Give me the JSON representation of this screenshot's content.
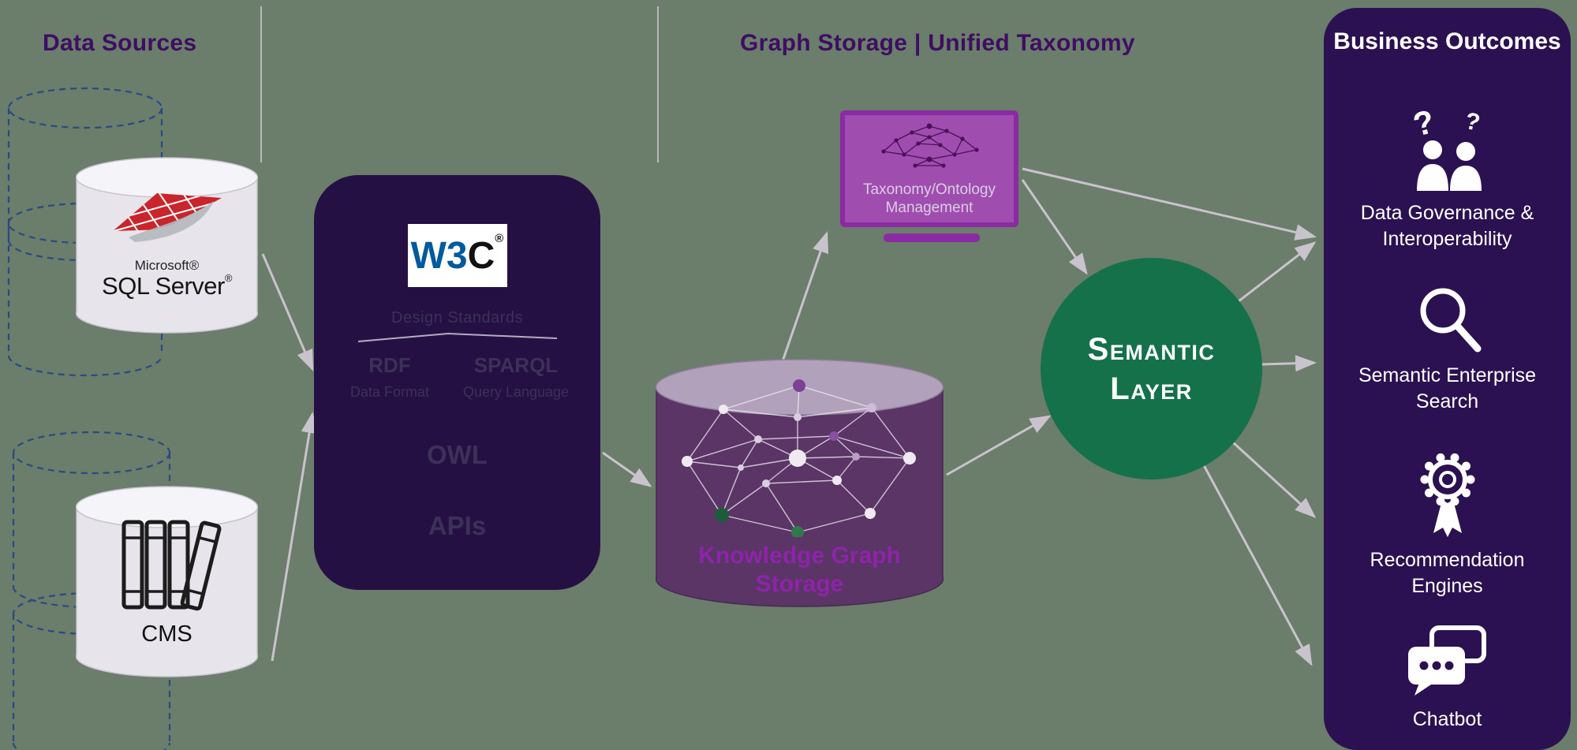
{
  "canvas": {
    "background": "#6b7d6b"
  },
  "headers": {
    "data_sources": "Data Sources",
    "graph_storage": "Graph Storage | Unified Taxonomy",
    "business_outcomes": "Business Outcomes"
  },
  "data_sources": {
    "sql_server": {
      "brand_small": "Microsoft®",
      "brand_large": "SQL Server",
      "brand_reg": "®"
    },
    "cms": {
      "label": "CMS"
    }
  },
  "standards_box": {
    "logo_w3": "W3",
    "logo_c": "C",
    "logo_reg": "®",
    "subtitle": "Design Standards",
    "rdf_title": "RDF",
    "rdf_sub": "Data Format",
    "sparql_title": "SPARQL",
    "sparql_sub": "Query Language",
    "owl": "OWL",
    "apis": "APIs"
  },
  "taxonomy_monitor": {
    "line1": "Taxonomy/Ontology",
    "line2": "Management"
  },
  "knowledge_graph": {
    "line1": "Knowledge Graph",
    "line2": "Storage"
  },
  "semantic_layer": {
    "line1": "Semantic",
    "line2": "Layer"
  },
  "business_outcomes": {
    "items": [
      {
        "icon": "governance-icon",
        "label": "Data Governance & Interoperability"
      },
      {
        "icon": "search-icon",
        "label": "Semantic Enterprise Search"
      },
      {
        "icon": "recommendation-icon",
        "label": "Recommendation Engines"
      },
      {
        "icon": "chatbot-icon",
        "label": "Chatbot"
      }
    ]
  },
  "colors": {
    "deep_purple_panel": "#2b1151",
    "standards_box": "#251044",
    "header_text": "#3f0e63",
    "monitor_purple": "#8a2ba3",
    "monitor_fill": "#a04db0",
    "kg_cylinder": "#5a3566",
    "kg_label": "#8e24aa",
    "semantic_green": "#15714a",
    "arrow_gray": "#c9c3cd",
    "dashed_navy": "#2a4a80",
    "sql_red": "#c9252b",
    "w3c_blue": "#005a9c"
  }
}
